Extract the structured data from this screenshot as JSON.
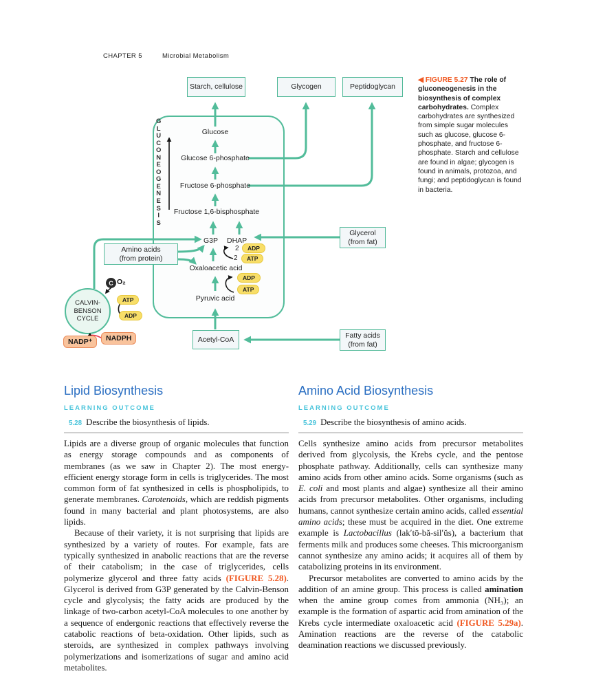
{
  "header": {
    "chapter": "CHAPTER 5",
    "book_section": "Microbial Metabolism"
  },
  "diagram": {
    "pathway_letters": "G\nL\nU\nC\nO\nN\nE\nO\nG\nE\nN\nE\nS\nI\nS",
    "boxes": {
      "starch": "Starch, cellulose",
      "glycogen": "Glycogen",
      "peptidoglycan": "Peptidoglycan",
      "glycerol": "Glycerol\n(from fat)",
      "fatty_acids": "Fatty acids\n(from fat)",
      "amino_acids": "Amino acids\n(from protein)",
      "acetyl_coa": "Acetyl-CoA"
    },
    "labels": {
      "glucose": "Glucose",
      "g6p": "Glucose 6-phosphate",
      "f6p": "Fructose 6-phosphate",
      "f16bp": "Fructose 1,6-bisphosphate",
      "g3p": "G3P",
      "dhap": "DHAP",
      "oxaloacetic": "Oxaloacetic acid",
      "pyruvic": "Pyruvic acid",
      "calvin": "CALVIN-\nBENSON\nCYCLE",
      "co2_c": "C",
      "co2_o2": "O₂",
      "two": "2",
      "adp": "ADP",
      "atp": "ATP",
      "nadp": "NADP⁺",
      "nadph": "NADPH"
    },
    "colors": {
      "line_teal": "#52BC9A",
      "pill_yellow": "#f8de68",
      "cofactor_orange": "#f9c39c",
      "nadph_red_line": "#e8334e"
    }
  },
  "caption": {
    "segments": [
      {
        "t": "◀ FIGURE 5.27  ",
        "s": "ob"
      },
      {
        "t": "The role of gluconeogenesis in the biosynthesis of complex carbohydrates. ",
        "s": "b"
      },
      {
        "t": "Complex carbohydrates are synthesized from simple sugar molecules such as glucose, glucose 6-phosphate, and fructose 6-phosphate. Starch and cellulose are found in algae; glycogen is found in animals, protozoa, and fungi; and peptidoglycan is found in bacteria."
      }
    ]
  },
  "sections": [
    {
      "heading": "Lipid Biosynthesis",
      "learning_outcome_label": "LEARNING OUTCOME",
      "outcome_number": "5.28",
      "outcome_text": "Describe the biosynthesis of lipids.",
      "para1": [
        {
          "t": "Lipids are a diverse group of organic molecules that function as energy storage compounds and as components of membranes (as we saw in Chapter 2). The most energy-efficient energy storage form in cells is triglycerides. The most common form of fat synthesized in cells is phospholipids, to generate membranes. "
        },
        {
          "t": "Carotenoids",
          "s": "i"
        },
        {
          "t": ", which are reddish pigments found in many bacterial and plant photosystems, are also lipids."
        }
      ],
      "para2": [
        {
          "t": "Because of their variety, it is not surprising that lipids are synthesized by a variety of routes. For example, fats are typically synthesized in anabolic reactions that are the reverse of their catabolism; in the case of triglycerides, cells polymerize glycerol and three fatty acids "
        },
        {
          "t": "(FIGURE 5.28)",
          "s": "ob"
        },
        {
          "t": ". Glycerol is derived from G3P generated by the Calvin-Benson cycle and glycolysis; the fatty acids are produced by the linkage of two-carbon acetyl-CoA molecules to one another by a sequence of endergonic reactions that effectively reverse the catabolic reactions of beta-oxidation. Other lipids, such as steroids, are synthesized in complex pathways involving polymerizations and isomerizations of sugar and amino acid metabolites."
        }
      ]
    },
    {
      "heading": "Amino Acid Biosynthesis",
      "learning_outcome_label": "LEARNING OUTCOME",
      "outcome_number": "5.29",
      "outcome_text": "Describe the biosynthesis of amino acids.",
      "para1": [
        {
          "t": "Cells synthesize amino acids from precursor metabolites derived from glycolysis, the Krebs cycle, and the pentose phosphate pathway. Additionally, cells can synthesize many amino acids from other amino acids. Some organisms (such as "
        },
        {
          "t": "E. coli",
          "s": "i"
        },
        {
          "t": " and most plants and algae) synthesize all their amino acids from precursor metabolites. Other organisms, including humans, cannot synthesize certain amino acids, called "
        },
        {
          "t": "essential amino acids",
          "s": "i"
        },
        {
          "t": "; these must be acquired in the diet. One extreme example is "
        },
        {
          "t": "Lactobacillus",
          "s": "i"
        },
        {
          "t": " (lak′tō-bă-sil′ŭs), a bacterium that ferments milk and produces some cheeses. This microorganism cannot synthesize any amino acids; it acquires all of them by catabolizing proteins in its environment."
        }
      ],
      "para2": [
        {
          "t": "Precursor metabolites are converted to amino acids by the addition of an amine group. This process is called "
        },
        {
          "t": "amination",
          "s": "b"
        },
        {
          "t": " when the amine group comes from ammonia (NH₃); an example is the formation of aspartic acid from amination of the Krebs cycle intermediate oxaloacetic acid "
        },
        {
          "t": "(FIGURE 5.29a)",
          "s": "ob"
        },
        {
          "t": ". Amination reactions are the reverse of the catabolic deamination reactions we discussed previously."
        }
      ]
    }
  ]
}
